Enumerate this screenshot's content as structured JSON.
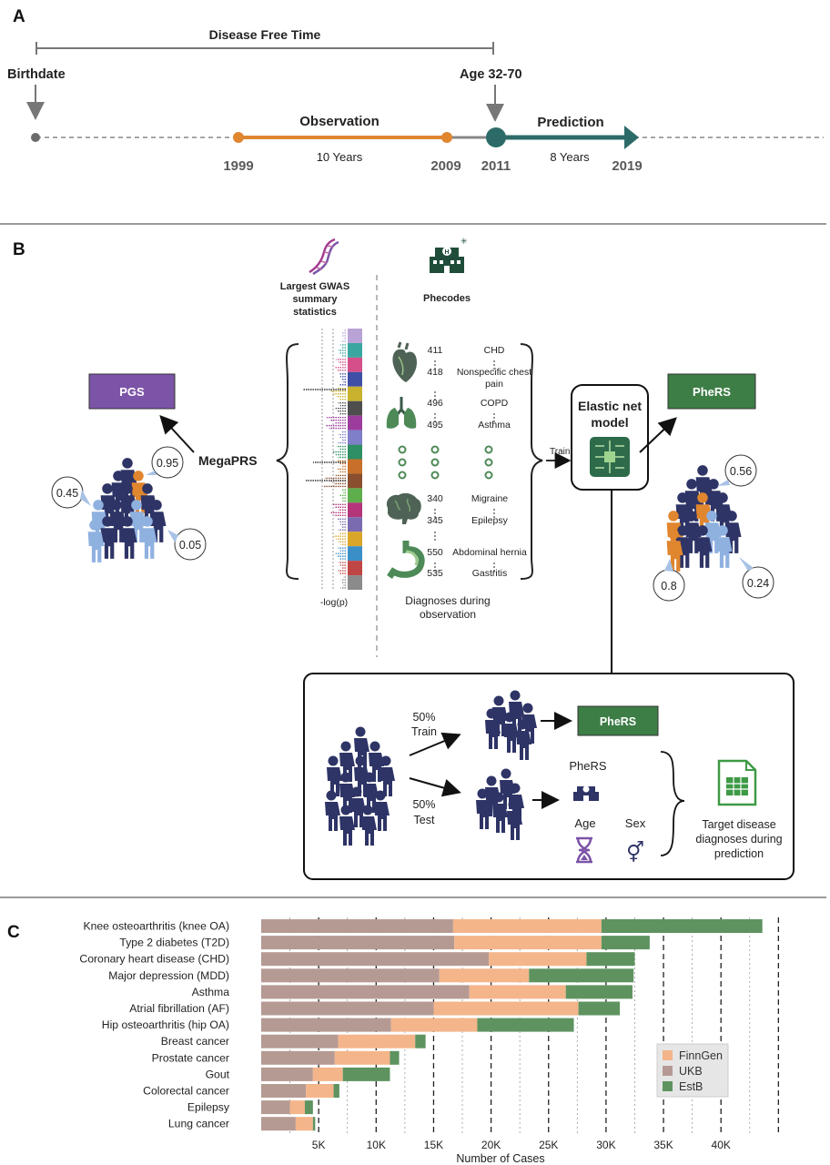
{
  "panel_labels": {
    "a": "A",
    "b": "B",
    "c": "C"
  },
  "panel_a": {
    "disease_free_time": "Disease Free Time",
    "birthdate": "Birthdate",
    "age_range": "Age 32-70",
    "observation": "Observation",
    "observation_years": "10 Years",
    "prediction": "Prediction",
    "prediction_years": "8 Years",
    "years": [
      "1999",
      "2009",
      "2011",
      "2019"
    ]
  },
  "panel_b": {
    "gwas_label": [
      "Largest GWAS",
      "summary",
      "statistics"
    ],
    "phecodes_label": "Phecodes",
    "pgs": "PGS",
    "megaprs": "MegaPRS",
    "pgs_scores": [
      "0.95",
      "0.45",
      "0.05"
    ],
    "elastic_net": [
      "Elastic net",
      "model"
    ],
    "train_arrow": "Train",
    "pheRS": "PheRS",
    "pheRS_scores": [
      "0.56",
      "0.8",
      "0.24"
    ],
    "diagnoses_caption": [
      "Diagnoses during",
      "observation"
    ],
    "manhattan_axis": "-log(p)",
    "phecode_rows": [
      {
        "code": "411",
        "name": "CHD"
      },
      {
        "code": "418",
        "name": "Nonspecific chest"
      },
      {
        "code": "",
        "name": "pain"
      },
      {
        "code": "496",
        "name": "COPD"
      },
      {
        "code": "495",
        "name": "Asthma"
      },
      {
        "code": "340",
        "name": "Migraine"
      },
      {
        "code": "345",
        "name": "Epilepsy"
      },
      {
        "code": "550",
        "name": "Abdominal hernia"
      },
      {
        "code": "535",
        "name": "Gastritis"
      }
    ],
    "split": {
      "train_pct": "50%",
      "train": "Train",
      "test_pct": "50%",
      "test": "Test",
      "pheRS": "PheRS",
      "pheRS_label": "PheRS",
      "age": "Age",
      "sex": "Sex",
      "target": [
        "Target disease",
        "diagnoses during",
        "prediction"
      ]
    }
  },
  "colors": {
    "observation": "#e0862f",
    "prediction": "#2d6b68",
    "pgs_box": "#7b54a7",
    "pheRS_box": "#3d7d46",
    "people_dark": "#2e3466",
    "people_light": "#8fb1e0",
    "people_orange": "#e0862f",
    "finngen": "#f4b58a",
    "ukb": "#b59a94",
    "estb": "#5e9360"
  },
  "chart_data": {
    "type": "bar",
    "orientation": "horizontal",
    "stacked": true,
    "categories": [
      "Knee osteoarthritis (knee OA)",
      "Type 2 diabetes (T2D)",
      "Coronary heart disease (CHD)",
      "Major depression (MDD)",
      "Asthma",
      "Atrial fibrillation (AF)",
      "Hip osteoarthritis (hip OA)",
      "Breast cancer",
      "Prostate cancer",
      "Gout",
      "Colorectal cancer",
      "Epilepsy",
      "Lung cancer"
    ],
    "series": [
      {
        "name": "UKB",
        "values": [
          16700,
          16800,
          19800,
          15500,
          18100,
          15000,
          11300,
          6700,
          6400,
          4500,
          3900,
          2500,
          3000
        ]
      },
      {
        "name": "FinnGen",
        "values": [
          12900,
          12800,
          8500,
          7800,
          8400,
          12600,
          7500,
          6700,
          4800,
          2600,
          2400,
          1300,
          1500
        ]
      },
      {
        "name": "EstB",
        "values": [
          14000,
          4200,
          4200,
          9100,
          5800,
          3600,
          8400,
          900,
          800,
          4100,
          500,
          700,
          200
        ]
      }
    ],
    "xlabel": "Number of Cases",
    "xticks": [
      "5K",
      "10K",
      "15K",
      "20K",
      "25K",
      "30K",
      "35K",
      "40K"
    ],
    "xlim": [
      0,
      44000
    ],
    "legend": [
      "FinnGen",
      "UKB",
      "EstB"
    ],
    "legend_position": "bottom-right",
    "grid": true
  }
}
